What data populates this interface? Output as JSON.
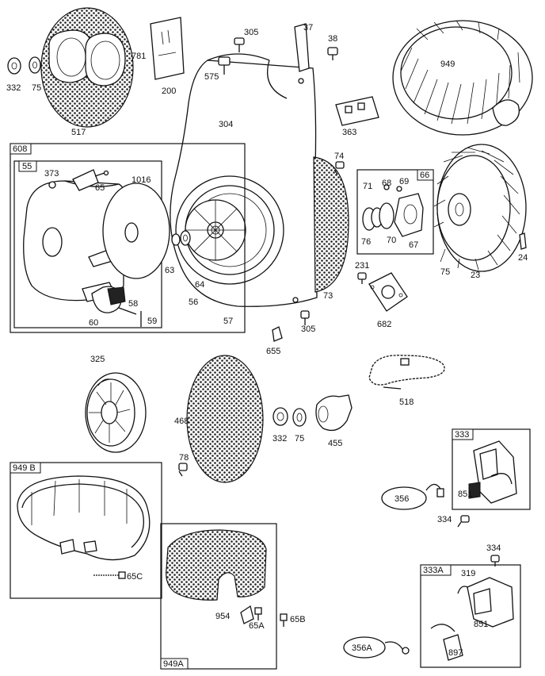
{
  "labels": {
    "p332a": "332",
    "p75a": "75",
    "p781": "781",
    "p517": "517",
    "p200": "200",
    "p575": "575",
    "p305a": "305",
    "p37": "37",
    "p38": "38",
    "p949": "949",
    "p304": "304",
    "p363": "363",
    "p608": "608",
    "p55": "55",
    "p373": "373",
    "p65": "65",
    "p1016": "1016",
    "p74": "74",
    "p71": "71",
    "p68": "68",
    "p69": "69",
    "p66": "66",
    "p63": "63",
    "p64": "64",
    "p56": "56",
    "p57": "57",
    "p58": "58",
    "p59": "59",
    "p60": "60",
    "p73": "73",
    "p76": "76",
    "p70": "70",
    "p67": "67",
    "p231": "231",
    "p24": "24",
    "p75b": "75",
    "p23": "23",
    "p682": "682",
    "p305b": "305",
    "p655": "655",
    "p325": "325",
    "p518": "518",
    "p468": "468",
    "p332b": "332",
    "p75c": "75",
    "p455": "455",
    "p78": "78",
    "p333": "333",
    "p356": "356",
    "p851a": "851",
    "p334a": "334",
    "p949B": "949 B",
    "p65C": "65C",
    "p334b": "334",
    "p333A": "333A",
    "p319": "319",
    "p851b": "851",
    "p954": "954",
    "p65A": "65A",
    "p65B": "65B",
    "p949A": "949A",
    "p356A": "356A",
    "p897": "897"
  }
}
